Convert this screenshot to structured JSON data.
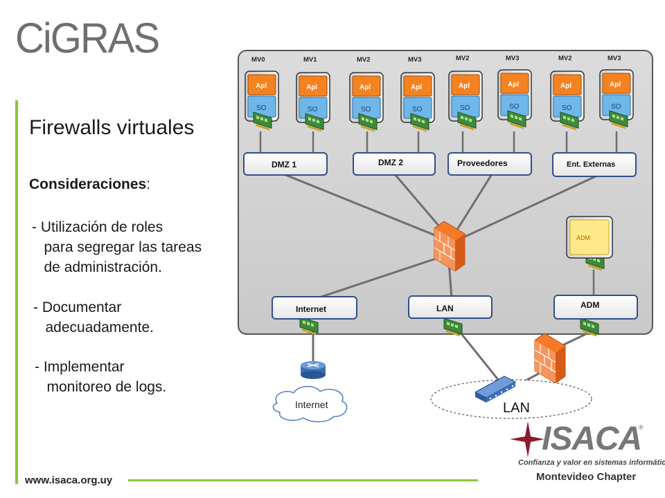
{
  "header": {
    "logo_text": "CiGRAS"
  },
  "slide": {
    "title": "Firewalls virtuales",
    "subtitle": "Consideraciones",
    "subtitle_colon": ":",
    "bullets": [
      "- Utilización de roles\n   para segregar las tareas\n   de administración.",
      "- Documentar\n   adecuadamente.",
      "- Implementar\n   monitoreo de logs."
    ],
    "url": "www.isaca.org.uy"
  },
  "diagram": {
    "vms": [
      {
        "label": "MV0",
        "app": "Apl",
        "os": "SO"
      },
      {
        "label": "MV1",
        "app": "Apl",
        "os": "SO"
      },
      {
        "label": "MV2",
        "app": "Apl",
        "os": "SO"
      },
      {
        "label": "MV3",
        "app": "Apl",
        "os": "SO"
      },
      {
        "label": "MV2",
        "app": "Apl",
        "os": "SO"
      },
      {
        "label": "MV3",
        "app": "Apl",
        "os": "SO"
      },
      {
        "label": "MV2",
        "app": "Apl",
        "os": "SO"
      },
      {
        "label": "MV3",
        "app": "Apl",
        "os": "SO"
      }
    ],
    "zones": [
      "DMZ 1",
      "DMZ 2",
      "Proveedores",
      "Ent. Externas"
    ],
    "adm_vm": "ADM",
    "bottom_switches": [
      "Internet",
      "LAN",
      "ADM"
    ],
    "internet_cloud": "Internet",
    "lan_label": "LAN"
  },
  "footer_logo": {
    "name": "ISACA",
    "reg": "®",
    "tagline": "Confianza y valor en sistemas informáticos",
    "chapter": "Montevideo Chapter"
  },
  "colors": {
    "accent_green": "#8cc63f",
    "app_orange": "#f58220",
    "os_blue": "#6fb7e9",
    "panel_gray": "#d3d3d3",
    "firewall_orange": "#f47a2a"
  }
}
